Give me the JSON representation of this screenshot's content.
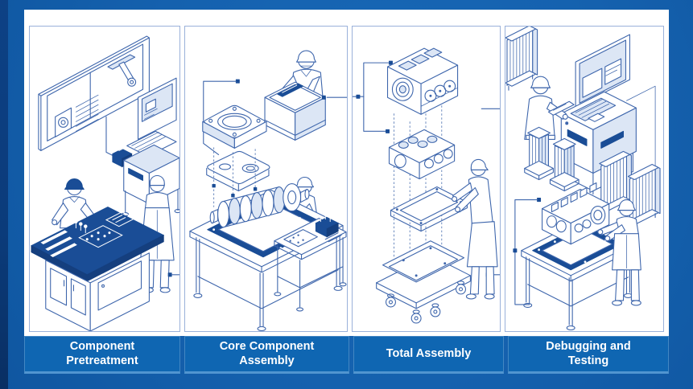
{
  "theme": {
    "background_blue": "#1561AE",
    "dark_edge_navy": "#0B3B7A",
    "band_blue": "#0F66B2",
    "panel_background": "#FFFFFF",
    "cell_border_blue": "#9AB1DA",
    "line_blue": "#3E66AC",
    "ink_blue": "#1A4D96",
    "pale_blue": "#DCE6F5",
    "label_text": "#FFFFFF"
  },
  "process": {
    "steps": [
      {
        "label": "Component Pretreatment",
        "illustration": "workers-at-pretreatment-bench-with-wall-diagram-board-and-laptop-station"
      },
      {
        "label": "Core Component Assembly",
        "illustration": "exploded-flange-and-gasket-above-crankshaft-on-assembly-table-with-workers"
      },
      {
        "label": "Total Assembly",
        "illustration": "exploded-engine-block-sections-lowered-to-mounting-frame-and-wheeled-cart"
      },
      {
        "label": "Debugging and Testing",
        "illustration": "computer-test-station-radiator-panels-and-engine-on-test-bench-with-workers"
      }
    ]
  }
}
